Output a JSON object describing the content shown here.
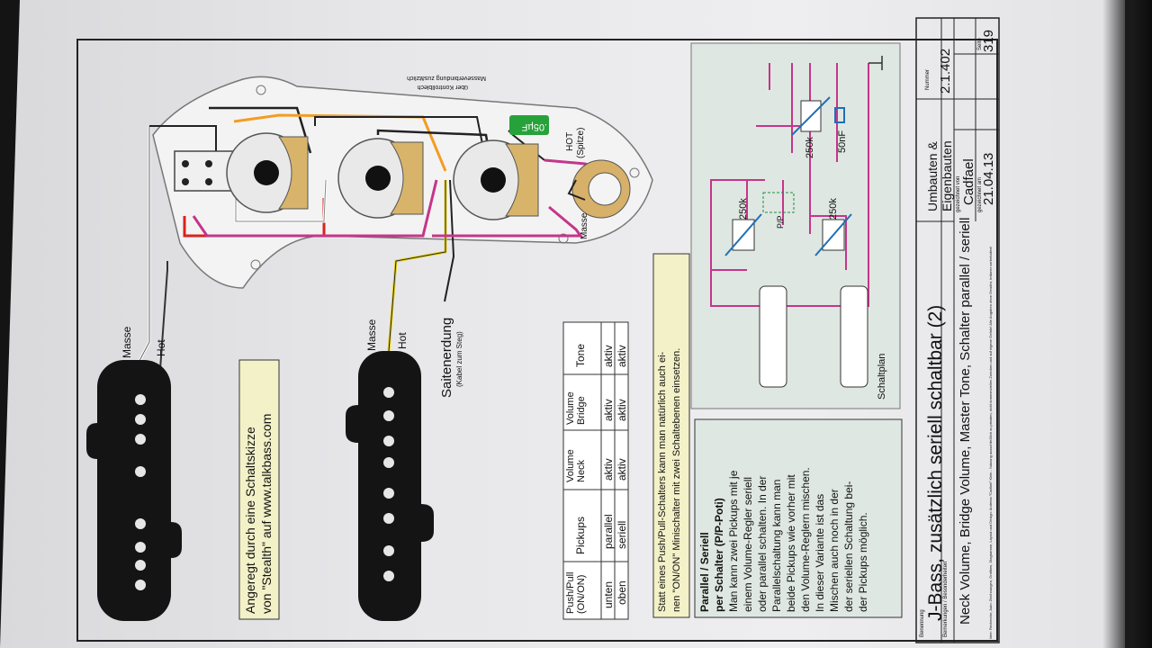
{
  "title_block": {
    "benennung_label": "Benennung",
    "title": "J-Bass, zusätzlich seriell schaltbar (2)",
    "bemerkungen_label": "Bemerkungen / Besonderheiten",
    "description": "Neck Volume, Bridge Volume, Master Tone, Schalter parallel / seriell",
    "fine_print": "Idee: Recherche, Auto: Zeichnungen, Grafiken, Diagramme, Layout und Design: Andreas \"Cadfael\" Klein - Nutzung ausschließlich zu privaten, nicht kommerziellen Zwecken und auf eigene Gefahr! Alle Angaben ohne Gewähr, Irrtümer vorbehalten!",
    "category_line1": "Umbauten &",
    "category_line2": "Eigenbauten",
    "gezeichnet_von_label": "gezeichnet von",
    "author": "Cadfael",
    "gezeichnet_am_label": "gezeichnet am",
    "date": "21.04.13",
    "nummer_label": "Nummer",
    "nummer": "2.1.402",
    "seite_label": "Seite",
    "seite": "319"
  },
  "wiring": {
    "masse_label": "Masse",
    "hot_label": "Hot",
    "saitenerdung_label": "Saitenerdung",
    "saitenerdung_sub": "(Kabel zum Steg)",
    "hot_spitze_line1": "HOT",
    "hot_spitze_line2": "(Spitze)",
    "jack_masse_label": "Masse",
    "capacitor_label": ".05µF",
    "massverbindung_line1": "Masseverbindung zusätzlich",
    "massverbindung_line2": "über Kontrollblech"
  },
  "credit": {
    "line1": "Angeregt durch eine Schaltskizze",
    "line2": "von \"Stealth\" auf www.talkbass.com"
  },
  "table": {
    "headers": [
      "Push/Pull (ON/ON)",
      "Pickups",
      "Volume Neck",
      "Volume Bridge",
      "Tone"
    ],
    "rows": [
      [
        "unten",
        "parallel",
        "aktiv",
        "aktiv",
        "aktiv"
      ],
      [
        "oben",
        "seriell",
        "aktiv",
        "aktiv",
        "aktiv"
      ]
    ]
  },
  "note": {
    "line1": "Statt eines Push/Pull-Schalters kann man natürlich auch ei-",
    "line2": "nen \"ON/ON\" Minischalter mit zwei Schaltebenen einsetzen."
  },
  "info_box": {
    "heading1": "Parallel / Seriell",
    "heading2": "per Schalter (P/P-Poti)",
    "lines": [
      "Man kann zwei Pickups mit je",
      "einem Volume-Regler seriell",
      "oder parallel schalten. In der",
      "Parallelschaltung kann man",
      "beide Pickups wie vorher mit",
      "den Volume-Reglern mischen.",
      "In dieser Variante ist das",
      "Mischen auch noch in der",
      "der seriellen Schaltung bei-",
      "der Pickups möglich."
    ]
  },
  "schematic": {
    "label": "Schaltplan",
    "pot1": "250k",
    "pot2": "250k",
    "pot3": "250k",
    "cap": "50nF",
    "switch": "P/P"
  },
  "colors": {
    "magenta": "#c5358a",
    "red": "#d8231f",
    "orange": "#f39c23",
    "yellow": "#e7d21f",
    "schematic_bg": "#dfe7e2",
    "note_bg": "#f3f1c8",
    "pot_body": "#d8b46b",
    "cap_green": "#27a23a"
  }
}
